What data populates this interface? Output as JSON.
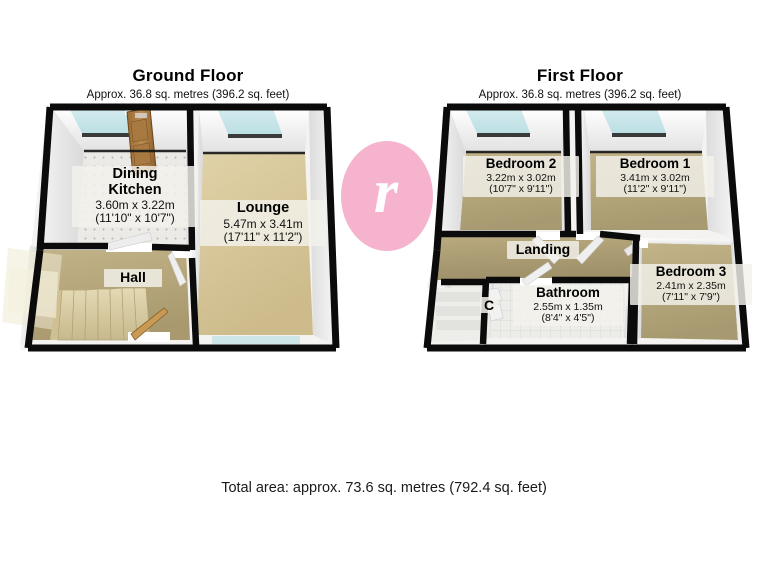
{
  "document": {
    "type": "floorplan",
    "total_area_text": "Total area: approx. 73.6 sq. metres (792.4 sq. feet)"
  },
  "brand": {
    "logo_glyph": "r",
    "logo_color": "#f5b3ce",
    "logo_text_color": "#ffffff"
  },
  "floors": [
    {
      "id": "ground",
      "title": "Ground Floor",
      "subtitle": "Approx. 36.8 sq. metres (396.2 sq. feet)",
      "rooms": [
        {
          "key": "dining-kitchen",
          "name_line1": "Dining",
          "name_line2": "Kitchen",
          "metric": "3.60m x 3.22m",
          "imperial": "(11'10\" x 10'7\")",
          "floor_color": "#e9e6e2"
        },
        {
          "key": "lounge",
          "name_line1": "Lounge",
          "name_line2": "",
          "metric": "5.47m x 3.41m",
          "imperial": "(17'11\" x 11'2\")",
          "floor_color": "#d9c89c"
        },
        {
          "key": "hall",
          "name_line1": "Hall",
          "name_line2": "",
          "metric": "",
          "imperial": "",
          "floor_color": "#b9ab80"
        }
      ]
    },
    {
      "id": "first",
      "title": "First Floor",
      "subtitle": "Approx. 36.8 sq. metres (396.2 sq. feet)",
      "rooms": [
        {
          "key": "bedroom-2",
          "name_line1": "Bedroom 2",
          "name_line2": "",
          "metric": "3.22m x 3.02m",
          "imperial": "(10'7\" x 9'11\")",
          "floor_color": "#b7a97c"
        },
        {
          "key": "bedroom-1",
          "name_line1": "Bedroom 1",
          "name_line2": "",
          "metric": "3.41m x 3.02m",
          "imperial": "(11'2\" x 9'11\")",
          "floor_color": "#b7a97c"
        },
        {
          "key": "bedroom-3",
          "name_line1": "Bedroom 3",
          "name_line2": "",
          "metric": "2.41m x 2.35m",
          "imperial": "(7'11\" x 7'9\")",
          "floor_color": "#b7a97c"
        },
        {
          "key": "bathroom",
          "name_line1": "Bathroom",
          "name_line2": "",
          "metric": "2.55m x 1.35m",
          "imperial": "(8'4\" x 4'5\")",
          "floor_color": "#e8e8e6"
        },
        {
          "key": "landing",
          "name_line1": "Landing",
          "name_line2": "",
          "metric": "",
          "imperial": "",
          "floor_color": "#b2a47a"
        },
        {
          "key": "cupboard",
          "name_line1": "C",
          "name_line2": "",
          "metric": "",
          "imperial": "",
          "floor_color": "#e8e8e6"
        }
      ]
    }
  ]
}
